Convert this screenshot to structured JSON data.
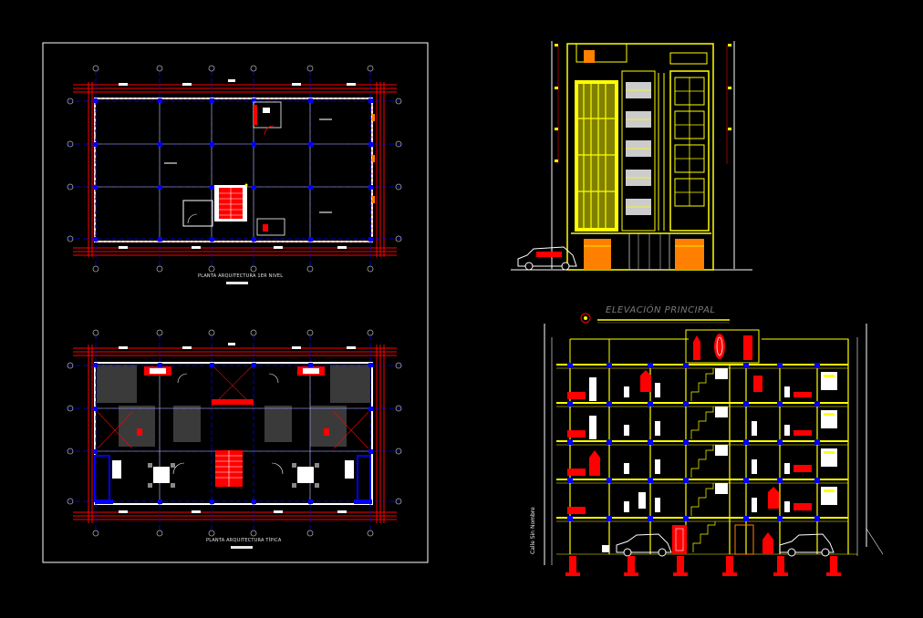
{
  "drawing": {
    "plan_first_floor_label": "PLANTA ARQUITECTURA 1ER NIVEL",
    "plan_typical_label": "PLANTA ARQUITECTURA TÍPICA",
    "elevation_title": "ELEVACIÓN PRINCIPAL",
    "street_label": "Calle Sin Nombre"
  },
  "colors": {
    "background": "#000000",
    "axis_red": "#ff0000",
    "wall_white": "#ffffff",
    "grid_blue": "#0000ff",
    "facade_yellow": "#ffff00",
    "accent_orange": "#ff8000",
    "gray": "#808080"
  }
}
